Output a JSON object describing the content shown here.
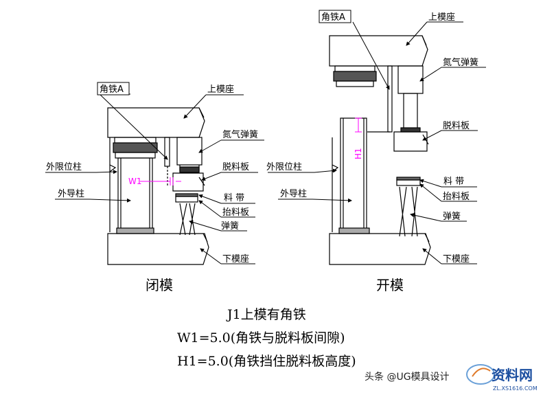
{
  "closed_mold": {
    "labels": {
      "angle_iron": "角铁A",
      "upper_die_seat": "上模座",
      "nitrogen_spring": "氮气弹簧",
      "outer_limit_post": "外限位柱",
      "stripper_plate": "脱料板",
      "outer_guide_post": "外导柱",
      "strip": "料 带",
      "lifter_plate": "抬料板",
      "spring": "弹簧",
      "lower_die_seat": "下模座",
      "gap_label": "W1"
    },
    "caption": "闭模"
  },
  "open_mold": {
    "labels": {
      "angle_iron": "角铁A",
      "upper_die_seat": "上模座",
      "nitrogen_spring": "氮气弹簧",
      "stripper_plate": "脱料板",
      "outer_limit_post": "外限位柱",
      "outer_guide_post": "外导柱",
      "strip": "料 带",
      "lifter_plate": "抬料板",
      "spring": "弹簧",
      "lower_die_seat": "下模座",
      "height_label": "H1"
    },
    "caption": "开模"
  },
  "formula": {
    "title": "J1上模有角铁",
    "w1": "W1=5.0(角铁与脱料板间隙)",
    "h1": "H1=5.0(角铁挡住脱料板高度)"
  },
  "watermark": {
    "text": "头条 @UG模具设计",
    "logo_text": "资料网",
    "logo_sub": "ZL.XS1616.COM"
  },
  "colors": {
    "line": "#000000",
    "dimension": "#ff00ff",
    "logo": "#1c4fa0"
  }
}
